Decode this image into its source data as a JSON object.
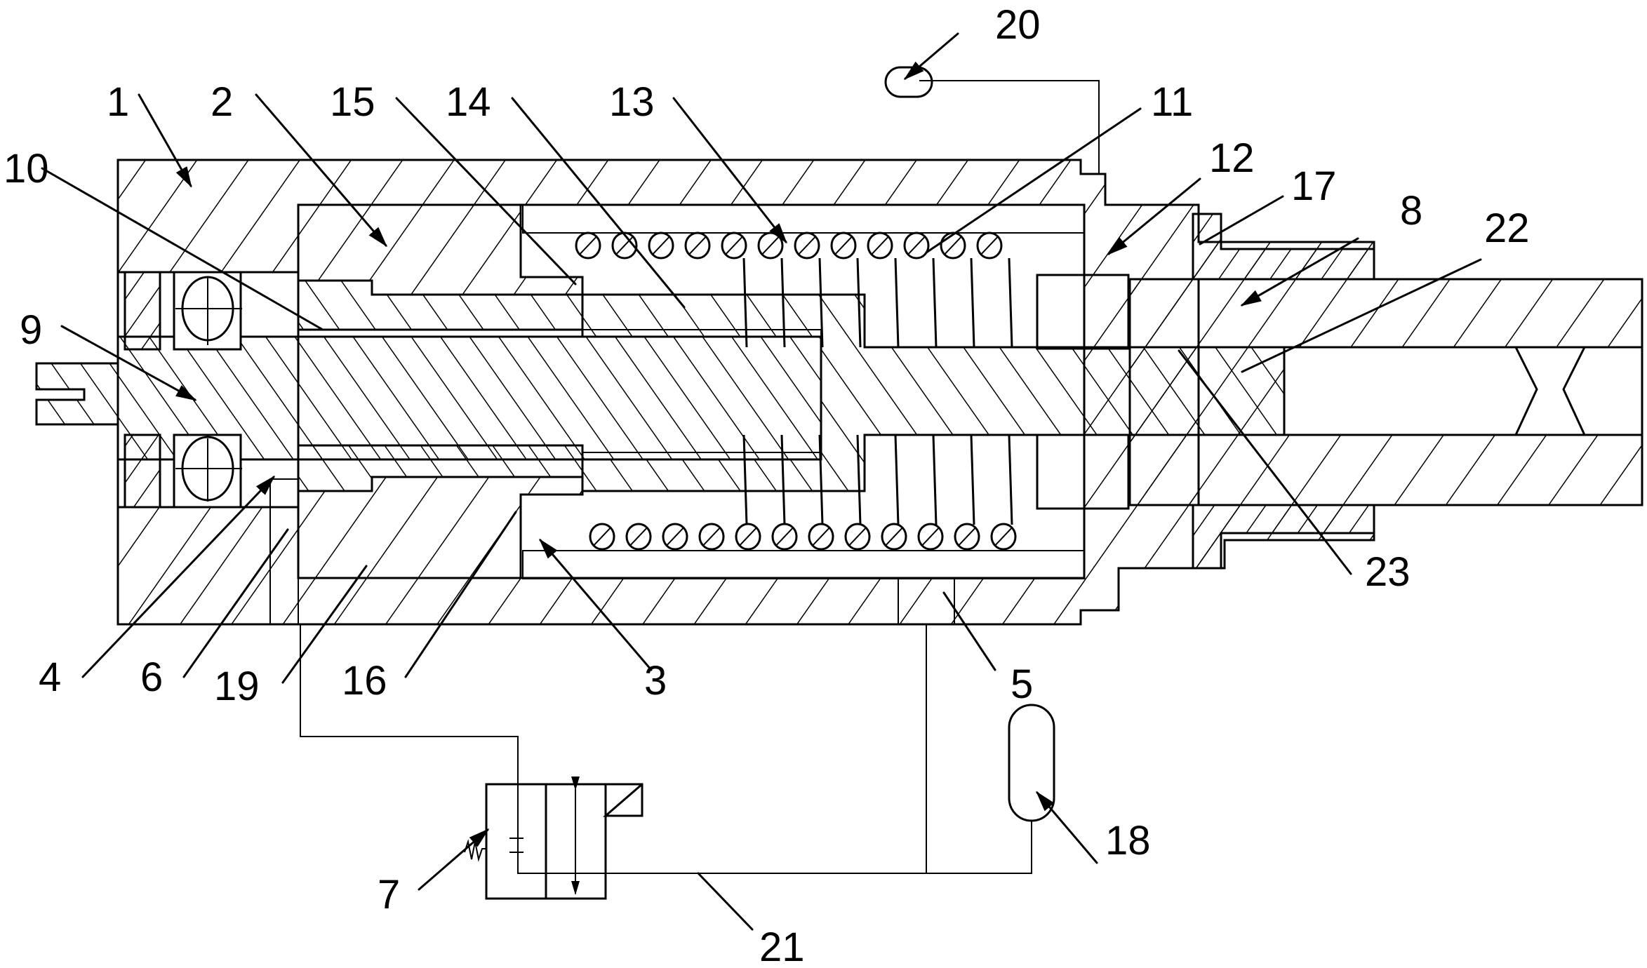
{
  "figure": {
    "type": "mechanical cross-section with hydraulic/pneumatic circuit",
    "background": "#ffffff",
    "line_color": "#000000"
  },
  "labels": [
    {
      "id": "1",
      "text": "1"
    },
    {
      "id": "2",
      "text": "2"
    },
    {
      "id": "3",
      "text": "3"
    },
    {
      "id": "4",
      "text": "4"
    },
    {
      "id": "5",
      "text": "5"
    },
    {
      "id": "6",
      "text": "6"
    },
    {
      "id": "7",
      "text": "7"
    },
    {
      "id": "8",
      "text": "8"
    },
    {
      "id": "9",
      "text": "9"
    },
    {
      "id": "10",
      "text": "10"
    },
    {
      "id": "11",
      "text": "11"
    },
    {
      "id": "12",
      "text": "12"
    },
    {
      "id": "13",
      "text": "13"
    },
    {
      "id": "14",
      "text": "14"
    },
    {
      "id": "15",
      "text": "15"
    },
    {
      "id": "16",
      "text": "16"
    },
    {
      "id": "17",
      "text": "17"
    },
    {
      "id": "18",
      "text": "18"
    },
    {
      "id": "19",
      "text": "19"
    },
    {
      "id": "20",
      "text": "20"
    },
    {
      "id": "21",
      "text": "21"
    },
    {
      "id": "22",
      "text": "22"
    },
    {
      "id": "23",
      "text": "23"
    }
  ],
  "icons": {
    "bearing": "bearing-icon",
    "spring": "coil-spring-icon",
    "valve": "solenoid-valve-icon",
    "accumulator": "accumulator-icon",
    "sensor": "pressure-sensor-icon"
  }
}
